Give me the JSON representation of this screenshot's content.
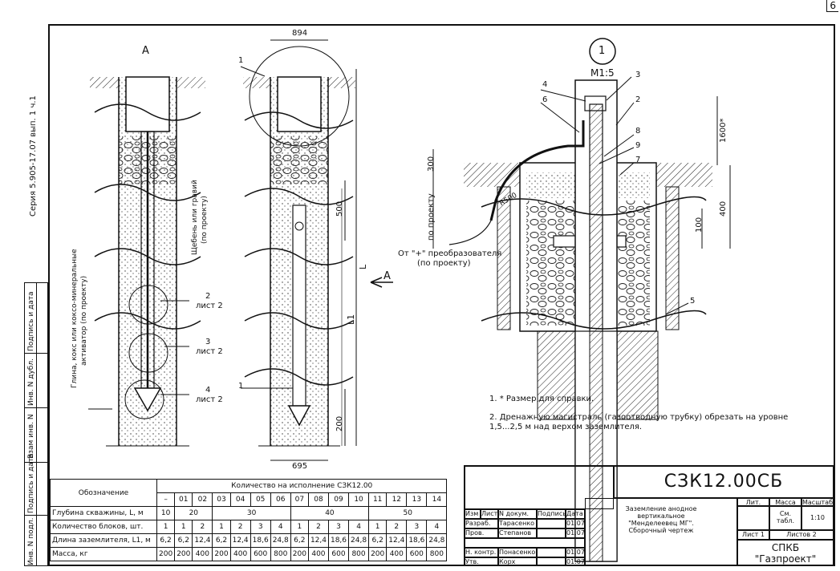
{
  "page_number": "6",
  "series_note": "Серия 5.905-17.07 вып. 1 ч.1",
  "left_strip": {
    "inv_podl": "Инв. N подл.",
    "podpis_data1": "Подпись и дата",
    "vzam_inv": "Взам инв. N",
    "inv_dubl": "Инв. N дубл.",
    "podpis_data2": "Подпись и дата"
  },
  "views": {
    "view_a": "А",
    "view_a_arrow": "А",
    "callout_1": "1",
    "scale": "М1:5"
  },
  "dims": {
    "d894": "894",
    "d695": "695",
    "d500": "500",
    "d200": "200",
    "L": "L",
    "L1": "L1",
    "d300": "300",
    "po_proektu": "по проекту",
    "d1600": "1600*",
    "d400": "400",
    "d100": "100",
    "r500": "R500"
  },
  "labels": {
    "gravel": "Щебень или гравий",
    "gravel2": "(по проекту)",
    "clay": "Глина, кокс или коксо-минеральные",
    "clay2": "активатор (по проекту)",
    "list2a": "лист 2",
    "list2b": "лист 2",
    "list2c": "лист 2",
    "n2": "2",
    "n3": "3",
    "n4": "4",
    "n1a": "1",
    "n1b": "1",
    "from_plus": "От \"+\" преобразователя",
    "from_plus2": "(по проекту)",
    "p1": "1",
    "p2": "2",
    "p3": "3",
    "p4": "4",
    "p5": "5",
    "p6": "6",
    "p7": "7",
    "p8": "8",
    "p9": "9"
  },
  "notes": [
    "1. * Размер для справки.",
    "2. Дренажную магистраль (газоотводную трубку) обрезать на уровне",
    "1,5...2,5 м над верхом заземлителя."
  ],
  "spec_table": {
    "header_designation": "Обозначение",
    "header_qty": "Количество на исполнение СЗК12.00",
    "columns": [
      "–",
      "01",
      "02",
      "03",
      "04",
      "05",
      "06",
      "07",
      "08",
      "09",
      "10",
      "11",
      "12",
      "13",
      "14"
    ],
    "rows": [
      {
        "label": "Глубина скважины, L, м",
        "cells": [
          "10",
          "20",
          "30",
          "40",
          "50"
        ]
      },
      {
        "label": "Количество блоков, шт.",
        "cells": [
          "1",
          "1",
          "2",
          "1",
          "2",
          "3",
          "4",
          "1",
          "2",
          "3",
          "4",
          "1",
          "2",
          "3",
          "4"
        ]
      },
      {
        "label": "Длина заземлителя, L1, м",
        "cells": [
          "6,2",
          "6,2",
          "12,4",
          "6,2",
          "12,4",
          "18,6",
          "24,8",
          "6,2",
          "12,4",
          "18,6",
          "24,8",
          "6,2",
          "12,4",
          "18,6",
          "24,8"
        ]
      },
      {
        "label": "Масса, кг",
        "cells": [
          "200",
          "200",
          "400",
          "200",
          "400",
          "600",
          "800",
          "200",
          "400",
          "600",
          "800",
          "200",
          "400",
          "600",
          "800"
        ]
      }
    ]
  },
  "stamp": {
    "doc_code": "СЗК12.00СБ",
    "h_izm": "Изм",
    "h_list": "Лист",
    "h_ndok": "N докум.",
    "h_podp": "Подпись",
    "h_data": "Дата",
    "razrab": "Разраб.",
    "razrab_name": "Тарасенко",
    "razrab_date": "01.07",
    "prov": "Пров.",
    "prov_name": "Степанов",
    "prov_date": "01.07",
    "nkontr": "Н. контр.",
    "nkontr_name": "Понасенко",
    "nkontr_date": "01.07",
    "utv": "Утв.",
    "utv_name": "Корх",
    "utv_date": "01.07",
    "title1": "Заземление анодное",
    "title2": "вертикальное",
    "title3": "\"Менделеевец МГ\".",
    "title4": "Сборочный чертеж",
    "lit": "Лит.",
    "massa": "Масса",
    "masshtab": "Масштаб",
    "massa_val": "См. табл.",
    "masshtab_val": "1:10",
    "list": "Лист 1",
    "listov": "Листов 2",
    "org1": "СПКБ",
    "org2": "\"Газпроект\""
  }
}
